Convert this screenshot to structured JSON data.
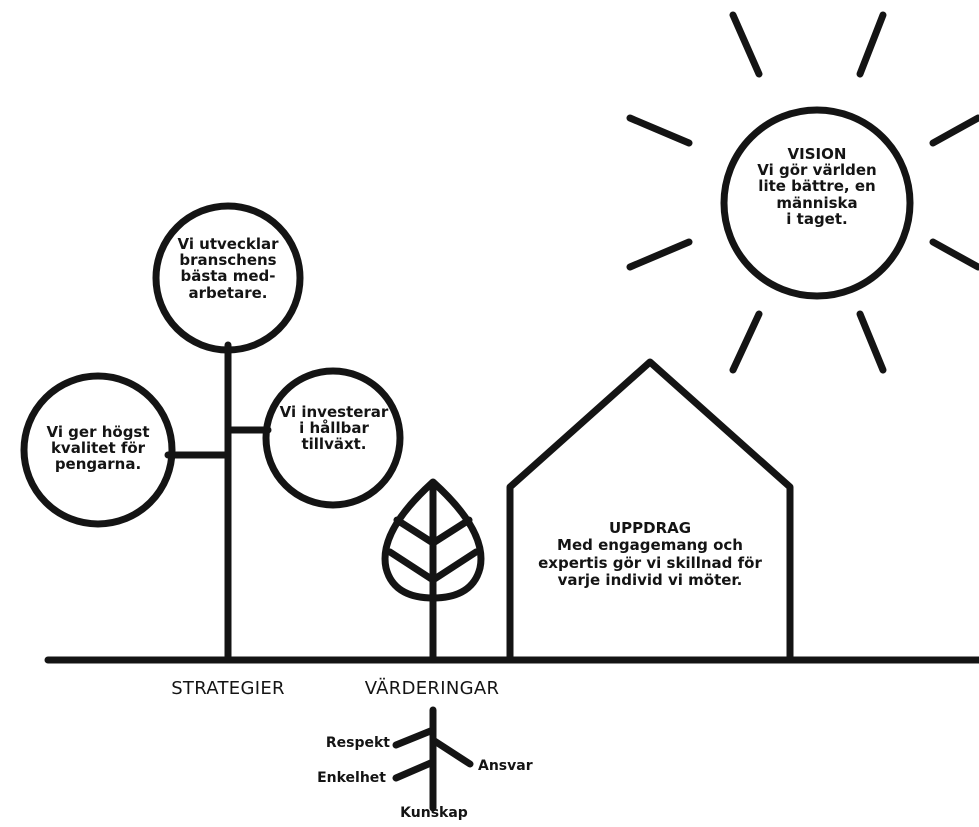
{
  "colors": {
    "ink": "#141414",
    "background": "#ffffff"
  },
  "vision": {
    "lines": "VISION\nVi gör världen\nlite bättre, en\nmänniska\ni taget."
  },
  "strategies": {
    "label": "STRATEGIER",
    "top": "Vi utvecklar\nbranschens\nbästa med-\narbetare.",
    "left": "Vi ger högst\nkvalitet för\npengarna.",
    "right": "Vi investerar\ni hållbar\ntillväxt."
  },
  "values": {
    "label": "VÄRDERINGAR",
    "roots": {
      "respekt": "Respekt",
      "enkelhet": "Enkelhet",
      "ansvar": "Ansvar",
      "kunskap": "Kunskap"
    }
  },
  "mission": {
    "lines": "UPPDRAG\nMed engagemang och\nexpertis gör vi skillnad för\nvarje individ vi möter."
  }
}
